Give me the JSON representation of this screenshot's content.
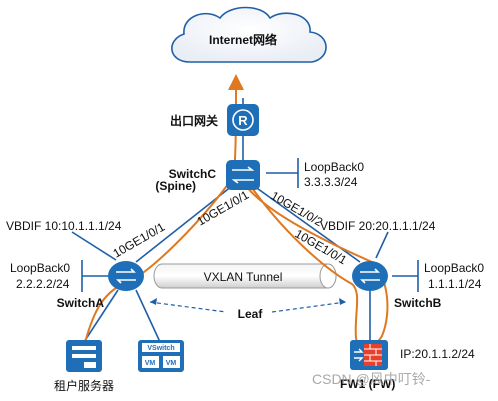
{
  "internet": {
    "label": "Internet网络"
  },
  "egress": {
    "label": "出口网关",
    "icon": "router-icon"
  },
  "switchC": {
    "name": "SwitchC",
    "role": "(Spine)",
    "loopback_name": "LoopBack0",
    "loopback_ip": "3.3.3.3/24"
  },
  "switchA": {
    "name": "SwitchA",
    "vbdif": "VBDIF 10:10.1.1.1/24",
    "loopback_name": "LoopBack0",
    "loopback_ip": "2.2.2.2/24",
    "port": "10GE1/0/1"
  },
  "switchB": {
    "name": "SwitchB",
    "vbdif": "VBDIF 20:20.1.1.1/24",
    "loopback_name": "LoopBack0",
    "loopback_ip": "1.1.1.1/24",
    "port": "10GE1/0/1"
  },
  "spine_ports": {
    "to_a": "10GE1/0/1",
    "to_b": "10GE1/0/2"
  },
  "tunnel": {
    "label": "VXLAN Tunnel"
  },
  "leaf": {
    "label": "Leaf"
  },
  "server": {
    "label": "租户服务器"
  },
  "vswitch": {
    "label": "VSwitch",
    "vm1": "VM",
    "vm2": "VM"
  },
  "firewall": {
    "label": "FW1 (FW)",
    "ip": "IP:20.1.1.2/24"
  },
  "watermark": "CSDN @风中叮铃-",
  "colors": {
    "device_blue": "#1f6fb8",
    "link_blue": "#1f5fa8",
    "traffic_orange": "#e07820",
    "tunnel_grey": "#d6d6d6"
  }
}
